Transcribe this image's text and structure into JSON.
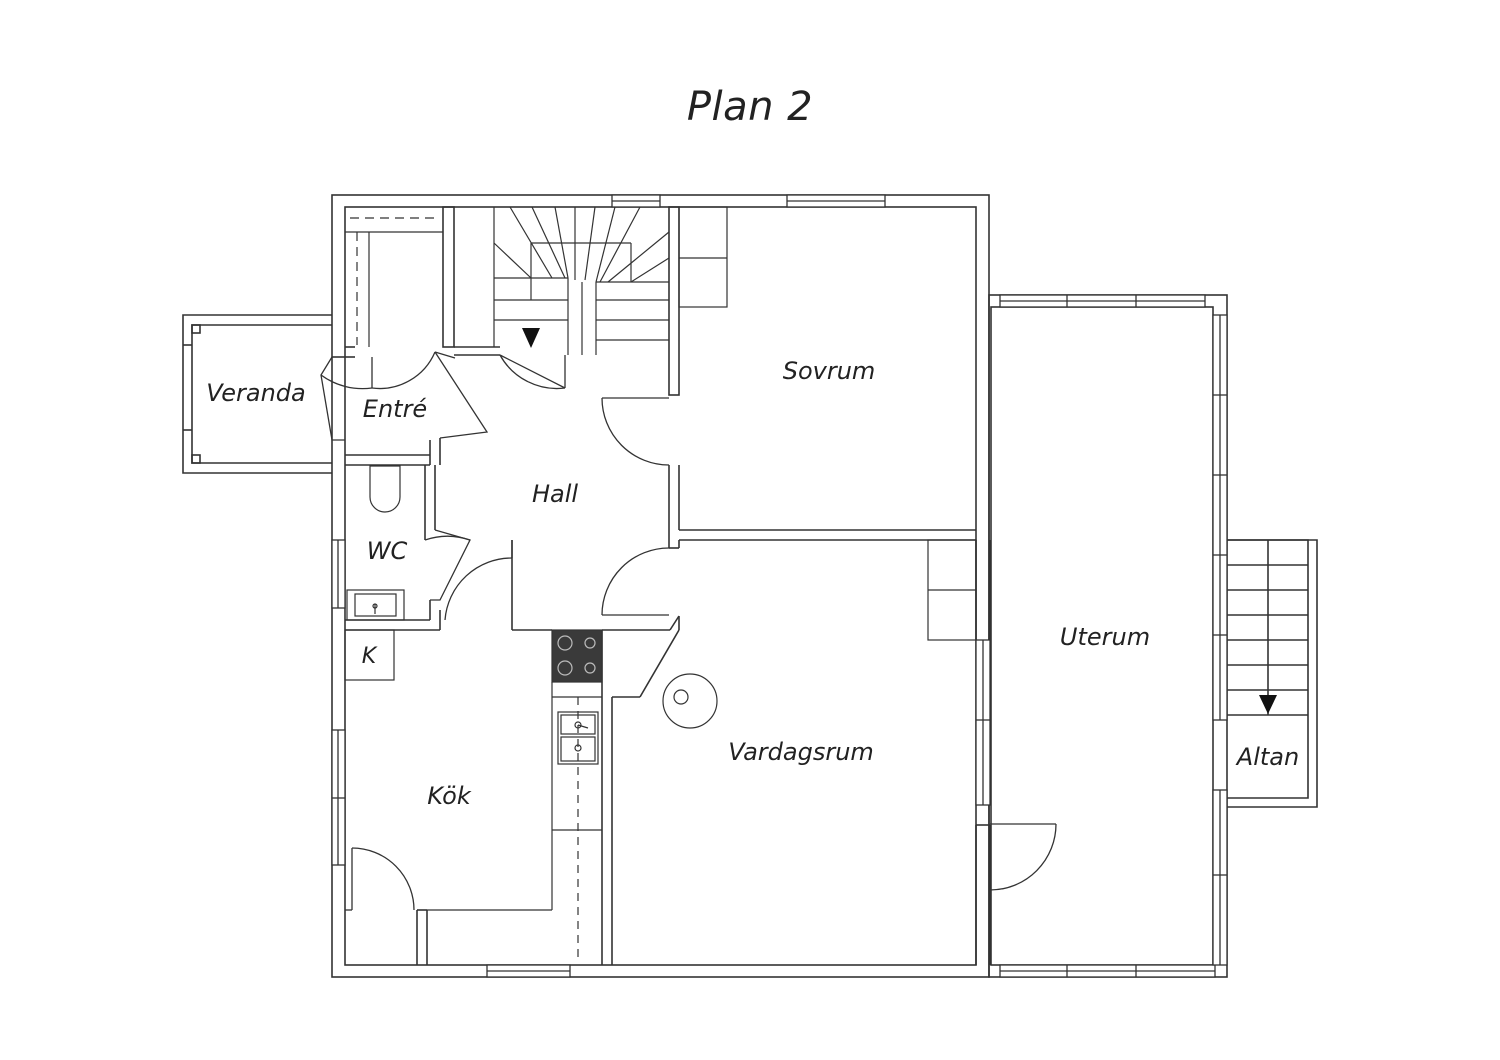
{
  "title": "Plan 2",
  "rooms": {
    "veranda": "Veranda",
    "entre": "Entré",
    "hall": "Hall",
    "sovrum": "Sovrum",
    "wc": "WC",
    "kok": "Kök",
    "k": "K",
    "vardagsrum": "Vardagsrum",
    "uterum": "Uterum",
    "altan": "Altan"
  },
  "colors": {
    "line": "#333333",
    "appliance": "#3a3a3a",
    "background": "#ffffff"
  }
}
